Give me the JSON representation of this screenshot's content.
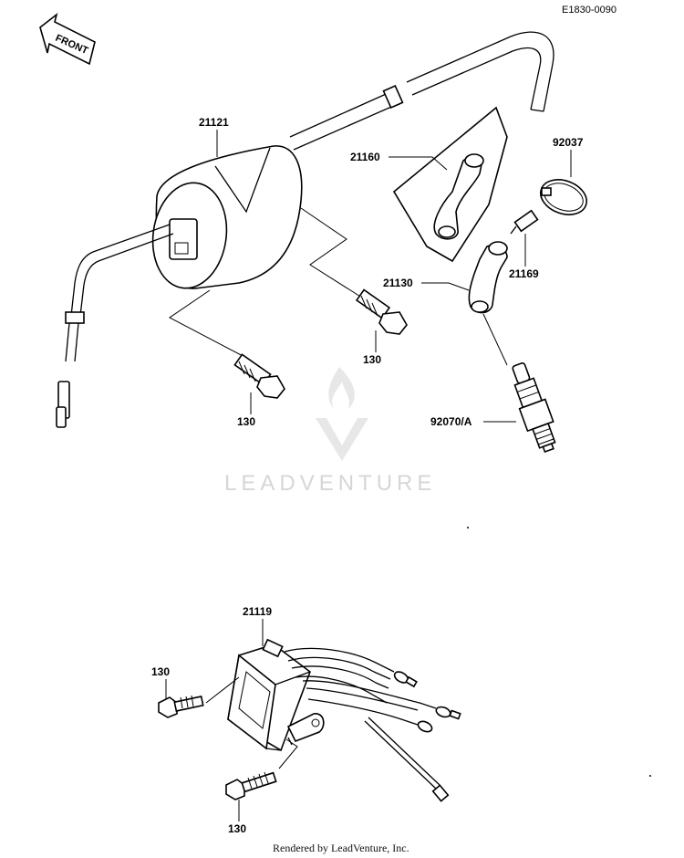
{
  "diagram_code": "E1830-0090",
  "front_label": "FRONT",
  "watermark": "LEADVENTURE",
  "footer": "Rendered by LeadVenture, Inc.",
  "parts": {
    "ignition_coil": "21121",
    "cap_cover": "21160",
    "clamp": "92037",
    "plug_cap": "21130",
    "connector": "21169",
    "spark_plug": "92070/A",
    "coil_bolt_upper": "130",
    "coil_bolt_lower": "130",
    "cdi_unit": "21119",
    "cdi_bolt_upper": "130",
    "cdi_bolt_lower": "130"
  }
}
